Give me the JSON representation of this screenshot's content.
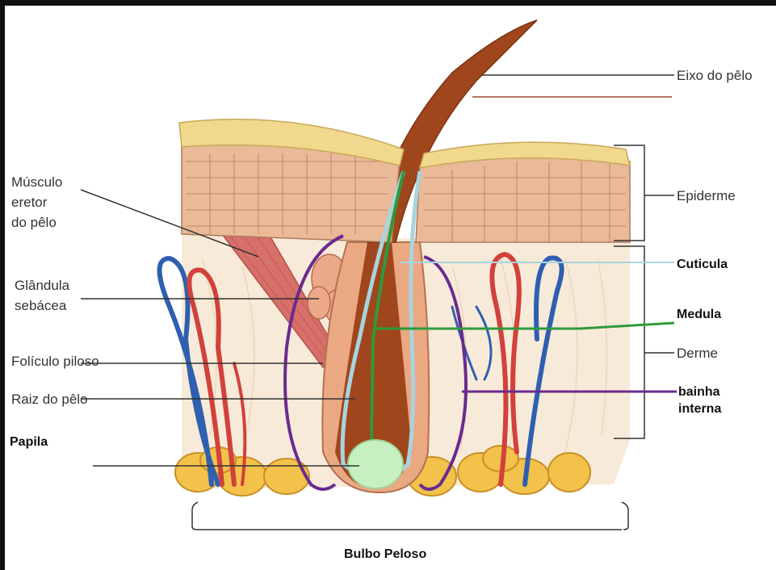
{
  "labels": {
    "eixo": "Eixo do pêlo",
    "epiderme": "Epiderme",
    "cuticula": "Cuticula",
    "medula": "Medula",
    "derme": "Derme",
    "bainha_line1": "bainha",
    "bainha_line2": "interna",
    "musculo_line1": "Músculo",
    "musculo_line2": "eretor",
    "musculo_line3": "do pêlo",
    "glandula_line1": "Glândula",
    "glandula_line2": "sebácea",
    "foliculo": "Folículo piloso",
    "raiz": "Raiz do pêlo",
    "papila": "Papila",
    "bulbo": "Bulbo Peloso"
  },
  "colors": {
    "hair": "#a0461c",
    "epidermis": "#e9b998",
    "stratum_corneum": "#f0d88c",
    "dermis": "#f7ead8",
    "fat": "#f2c24a",
    "artery": "#d2413b",
    "vein": "#2f5fb0",
    "cuticula_outline": "#a8d4de",
    "medula_outline": "#2e9a3c",
    "bainha_outline": "#6a2a8e",
    "papila_fill": "#c7f0c0"
  }
}
